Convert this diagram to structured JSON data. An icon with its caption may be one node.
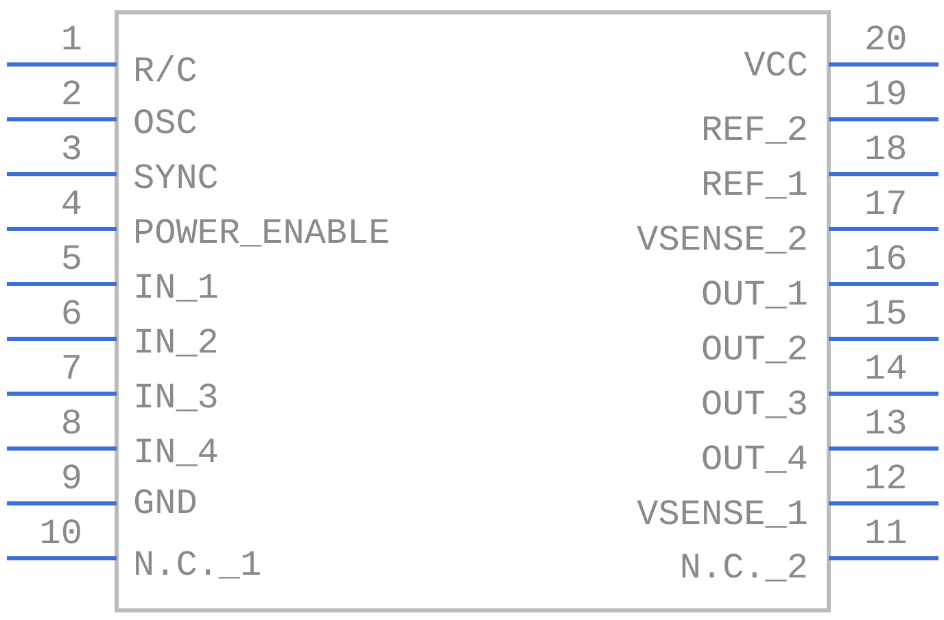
{
  "diagram": {
    "labels": [
      "1",
      "R/C",
      "2",
      "OSC",
      "3",
      "SYNC",
      "4",
      "POWER_ENABLE",
      "5",
      "IN_1",
      "6",
      "IN_2",
      "7",
      "IN_3",
      "8",
      "IN_4",
      "9",
      "GND",
      "10",
      "N.C._1",
      "20",
      "VCC",
      "19",
      "REF_2",
      "18",
      "REF_1",
      "17",
      "VSENSE_2",
      "16",
      "OUT_1",
      "15",
      "OUT_2",
      "14",
      "OUT_3",
      "13",
      "OUT_4",
      "12",
      "VSENSE_1",
      "11",
      "N.C._2"
    ]
  }
}
